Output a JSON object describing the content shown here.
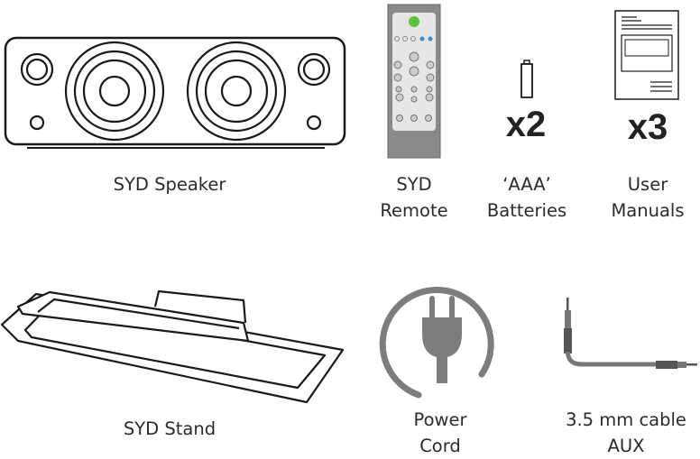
{
  "items": [
    {
      "label_lines": [
        "SYD Speaker"
      ],
      "icon": "speaker-icon"
    },
    {
      "label_lines": [
        "SYD",
        "Remote"
      ],
      "icon": "remote-icon"
    },
    {
      "label_lines": [
        "‘AAA’",
        "Batteries"
      ],
      "icon": "battery-icon",
      "quantity": "x2"
    },
    {
      "label_lines": [
        "User",
        "Manuals"
      ],
      "icon": "manual-icon",
      "quantity": "x3"
    },
    {
      "label_lines": [
        "SYD Stand"
      ],
      "icon": "stand-icon"
    },
    {
      "label_lines": [
        "Power",
        "Cord"
      ],
      "icon": "power-plug-icon"
    },
    {
      "label_lines": [
        "3.5 mm cable",
        "AUX"
      ],
      "icon": "aux-cable-icon"
    }
  ],
  "colors": {
    "outline": "#1a1a1a",
    "remote_body": "#8a8a8a",
    "power_button": "#5cc13a",
    "bluetooth_button": "#3a8fd0",
    "cord": "#7d7d7d"
  }
}
